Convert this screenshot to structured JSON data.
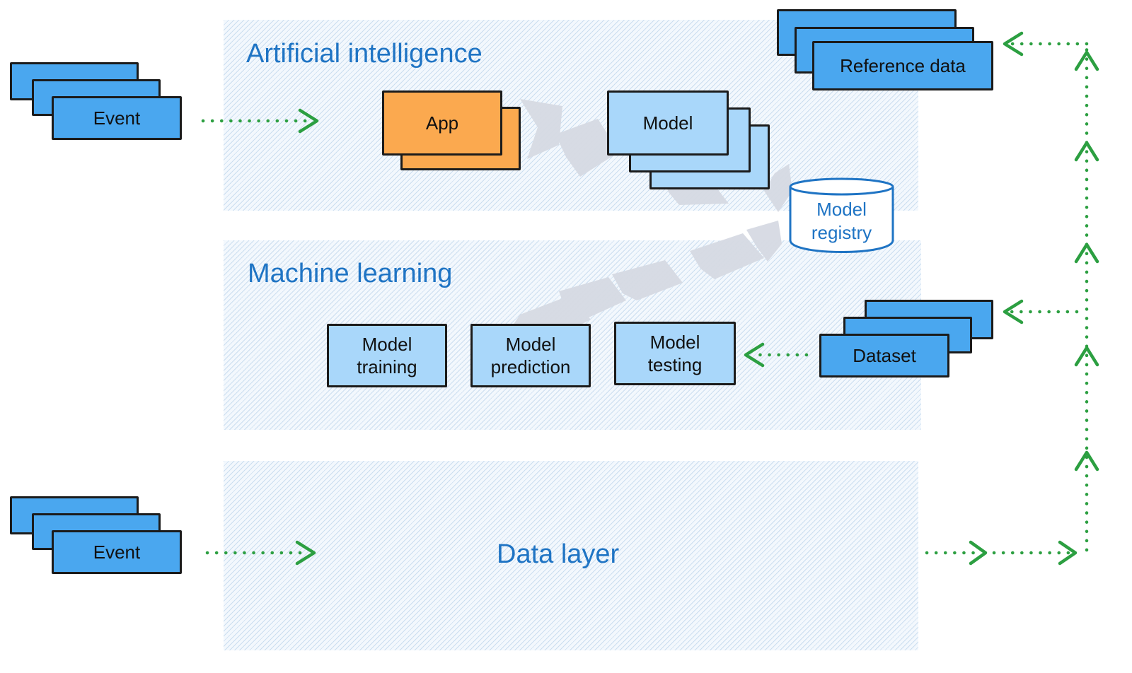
{
  "layers": {
    "ai": {
      "title": "Artificial intelligence"
    },
    "ml": {
      "title": "Machine learning"
    },
    "data": {
      "title": "Data layer"
    }
  },
  "nodes": {
    "event_top": "Event",
    "event_bottom": "Event",
    "app": "App",
    "model": "Model",
    "reference_data": "Reference data",
    "model_registry": {
      "line1": "Model",
      "line2": "registry"
    },
    "model_training": {
      "line1": "Model",
      "line2": "training"
    },
    "model_prediction": {
      "line1": "Model",
      "line2": "prediction"
    },
    "model_testing": {
      "line1": "Model",
      "line2": "testing"
    },
    "dataset": "Dataset"
  },
  "colors": {
    "layer_title": "#1f74c4",
    "card_dark": "#4aa7ef",
    "card_light": "#a9d7fa",
    "card_orange": "#fba94f",
    "arrow": "#2c9f41",
    "flow_chevrons": "#d6dae3"
  }
}
